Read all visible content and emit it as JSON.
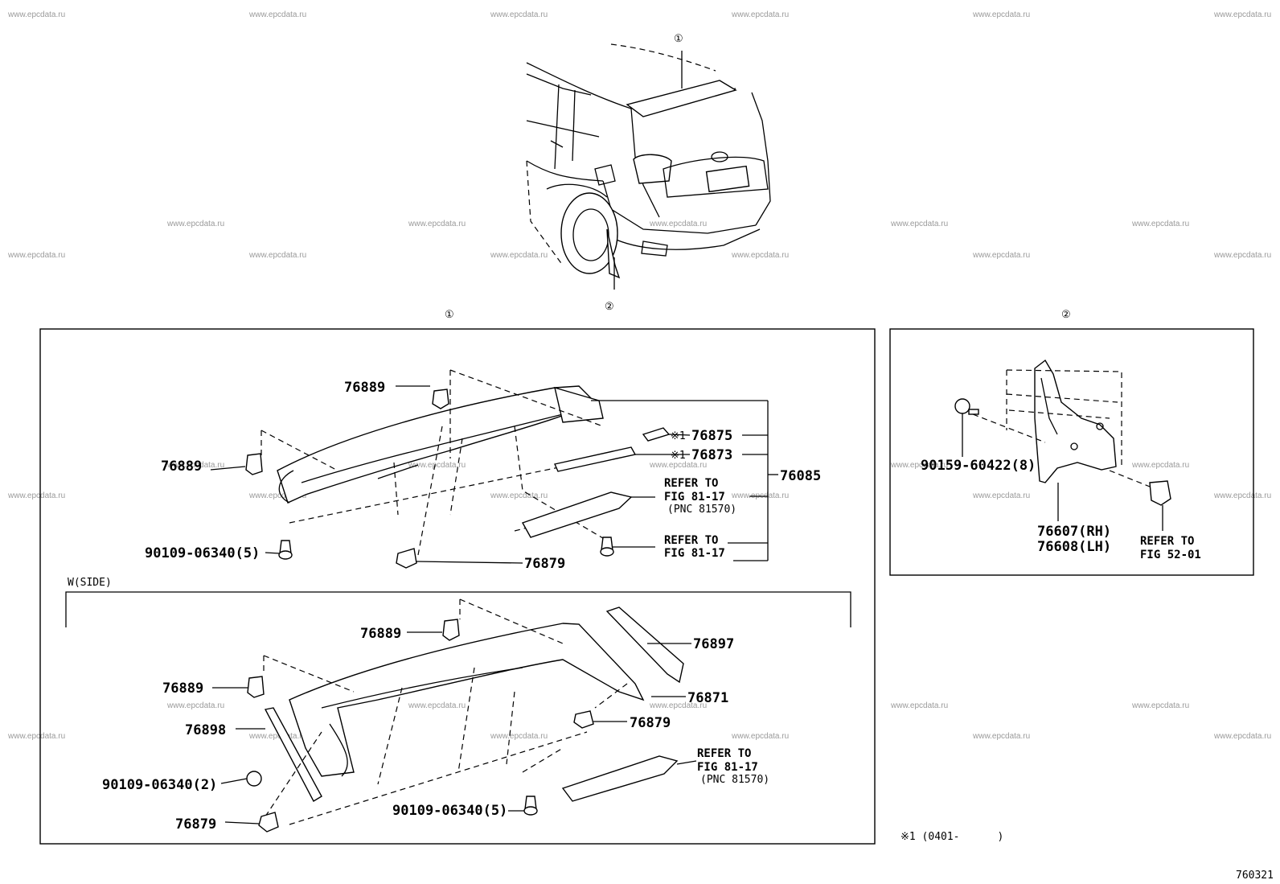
{
  "watermark": "www.epcdata.ru",
  "callouts": {
    "one": "①",
    "two": "②"
  },
  "section1": {
    "labels": {
      "p76889_a": "76889",
      "p76889_b": "76889",
      "p76875": "76875",
      "p76873": "76873",
      "p76085": "76085",
      "note_mark_a": "※1",
      "note_mark_b": "※1",
      "refer_a_line1": "REFER TO",
      "refer_a_line2": "FIG 81-17",
      "refer_a_line3": "(PNC 81570)",
      "refer_b_line1": "REFER TO",
      "refer_b_line2": "FIG 81-17",
      "p90109_5": "90109-06340(5)",
      "p76879": "76879"
    }
  },
  "section_side": {
    "header": "W(SIDE)",
    "labels": {
      "p76889_c": "76889",
      "p76889_d": "76889",
      "p76897": "76897",
      "p76871": "76871",
      "p76879_b": "76879",
      "p76898": "76898",
      "p90109_2": "90109-06340(2)",
      "p76879_c": "76879",
      "refer_c_line1": "REFER TO",
      "refer_c_line2": "FIG 81-17",
      "refer_c_line3": "(PNC 81570)",
      "p90109_5b": "90109-06340(5)"
    }
  },
  "section2": {
    "labels": {
      "p90159": "90159-60422(8)",
      "p76607": "76607(RH)",
      "p76608": "76608(LH)",
      "refer_d_line1": "REFER TO",
      "refer_d_line2": "FIG 52-01"
    }
  },
  "footnote": "※1 (0401-      )",
  "figure_number": "760321"
}
